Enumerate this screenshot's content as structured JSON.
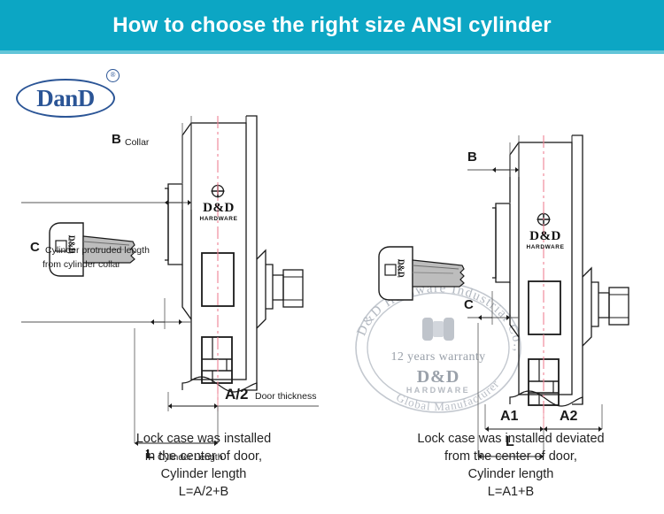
{
  "header": {
    "title": "How to choose the right size ANSI cylinder",
    "bg_color": "#0ca6c4"
  },
  "logo": {
    "text": "DanD",
    "trademark": "®",
    "color": "#2b5596"
  },
  "left_diagram": {
    "labels": {
      "b_symbol": "B",
      "b_desc": "Collar",
      "c_symbol": "C",
      "c_desc_line1": "Cylinder protruded length",
      "c_desc_line2": "from cylinder collar",
      "a2_symbol": "A/2",
      "a2_desc": "Door thickness",
      "l_symbol": "L",
      "l_desc": "Cylinder Length"
    },
    "faceplate_brand_line1": "D&D",
    "faceplate_brand_line2": "HARDWARE",
    "key_brand": "D&D",
    "key_brand_sub": "HARDWARE",
    "caption_line1": "Lock case was installed",
    "caption_line2": "in the center of door,",
    "caption_line3": "Cylinder length",
    "caption_line4": "L=A/2+B"
  },
  "right_diagram": {
    "labels": {
      "b_symbol": "B",
      "c_symbol": "C",
      "a1_symbol": "A1",
      "a2_symbol": "A2",
      "l_symbol": "L"
    },
    "faceplate_brand_line1": "D&D",
    "faceplate_brand_line2": "HARDWARE",
    "key_brand": "D&D",
    "key_brand_sub": "HARDWARE",
    "caption_line1": "Lock case was installed deviated",
    "caption_line2": "from the center of door,",
    "caption_line3": "Cylinder length",
    "caption_line4": "L=A1+B"
  },
  "watermark": {
    "outer_text": "D&D Hardware Industrial Co.,Ltd",
    "warranty_text": "12 years warranty",
    "brand_line1": "D&D",
    "brand_line2": "HARDWARE",
    "bottom_text": "Global Manufacturer",
    "color": "#b9bec6"
  }
}
